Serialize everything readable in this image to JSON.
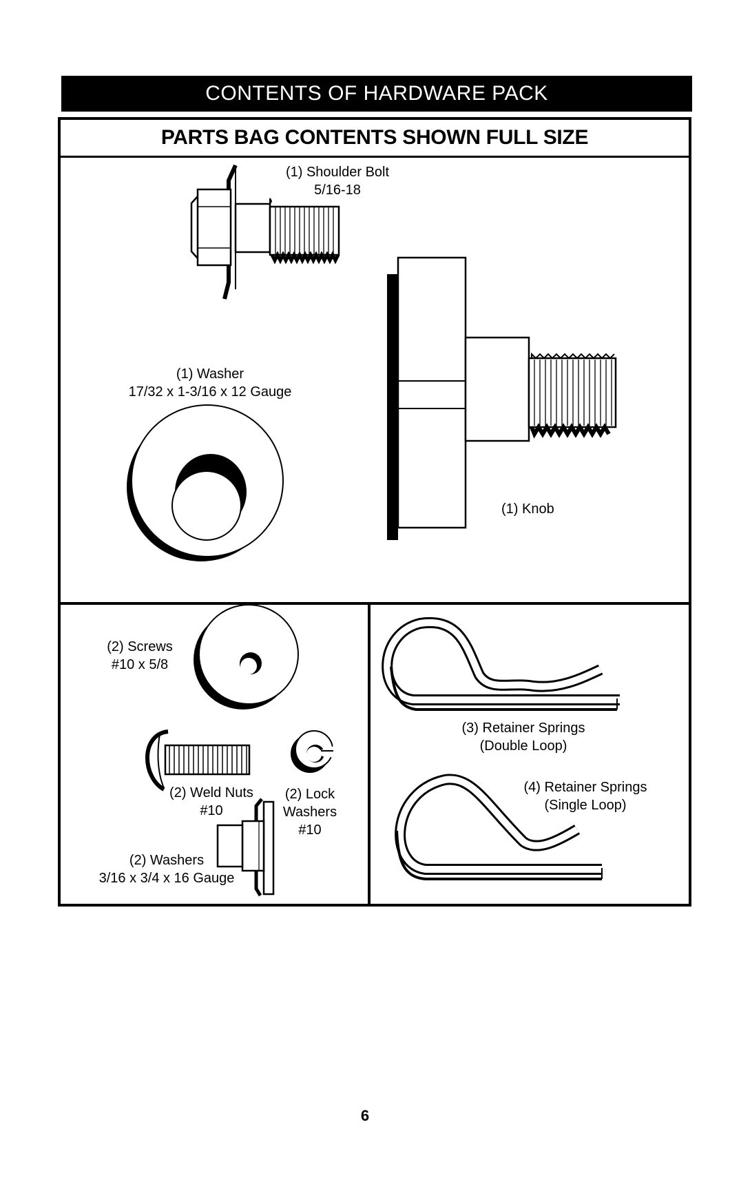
{
  "header": {
    "title": "CONTENTS OF HARDWARE PACK"
  },
  "panel": {
    "subtitle": "PARTS BAG CONTENTS SHOWN FULL SIZE"
  },
  "parts": {
    "shoulder_bolt": {
      "qty_name": "(1) Shoulder Bolt",
      "size": "5/16-18"
    },
    "washer_large": {
      "qty_name": "(1) Washer",
      "size": "17/32 x 1-3/16 x 12 Gauge"
    },
    "knob": {
      "qty_name": "(1) Knob"
    },
    "screws": {
      "qty_name": "(2) Screws",
      "size": "#10 x 5/8"
    },
    "weld_nuts": {
      "qty_name": "(2) Weld Nuts",
      "size": "#10"
    },
    "lock_washers": {
      "qty_name": "(2) Lock",
      "qty_name_line2": "Washers",
      "size": "#10"
    },
    "washers_small": {
      "qty_name": "(2) Washers",
      "size": "3/16 x 3/4 x 16 Gauge"
    },
    "retainer_double": {
      "qty_name": "(3) Retainer Springs",
      "type": "(Double Loop)"
    },
    "retainer_single": {
      "qty_name": "(4) Retainer Springs",
      "type": "(Single Loop)"
    }
  },
  "page": {
    "number": "6"
  }
}
